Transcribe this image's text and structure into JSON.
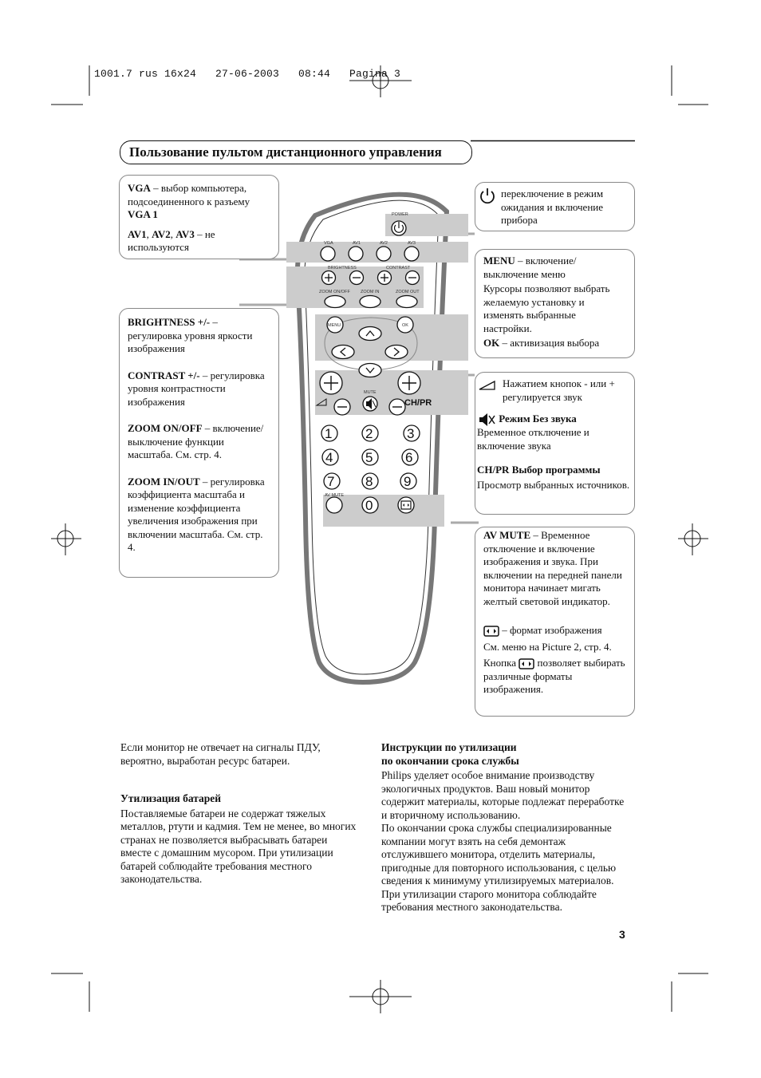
{
  "slug": "1001.7 rus 16x24   27-06-2003   08:44   Pagina 3",
  "title": "Пользование пультом дистанционного управления",
  "left": {
    "vga_line": [
      "VGA",
      " – выбор компьютера, подсоединенного к разъему ",
      "VGA 1"
    ],
    "av_line": [
      "AV1",
      ", ",
      "AV2",
      ", ",
      "AV3",
      " – не используются"
    ],
    "brightness_head": "BRIGHTNESS +/-",
    "brightness_tail": "  – регулировка уровня яркости изображения",
    "contrast_head": "CONTRAST +/-",
    "contrast_tail": " – регулировка уровня контрастности изображения",
    "zoom_onoff_head": "ZOOM ON/OFF",
    "zoom_onoff_tail": " – включение/выключение функции масштаба. См. стр. 4.",
    "zoom_inout_head": "ZOOM IN/OUT",
    "zoom_inout_tail": " – регулировка коэффициента масштаба и изменение коэффициента увеличения изображения при включении масштаба. См. стр. 4."
  },
  "right": {
    "power_text": "переключение в режим ожидания и включение прибора",
    "menu_head": "MENU",
    "menu_tail": " – включение/выключение меню",
    "cursors": "Курсоры позволяют выбрать желаемую установку и изменять выбранные настройки.",
    "ok_head": "OK",
    "ok_tail": " – активизация выбора",
    "volume_text": "Нажатием кнопок - или + регулируется звук",
    "mute_head": "Режим Без звука",
    "mute_text": " Временное отключение и включение звука",
    "chpr_head": "CH/PR Выбор программы",
    "chpr_text": "Просмотр выбранных источников.",
    "avmute_head": "AV MUTE",
    "avmute_tail": " – Временное отключение и включение изображения и звука. При включении на передней панели монитора начинает мигать желтый световой индикатор.",
    "format_tail": " – формат изображения",
    "format_see": "См. меню на Picture 2, стр. 4.",
    "format_btn_pre": "Кнопка ",
    "format_btn_post": " позволяет выбирать различные форматы изображения."
  },
  "remote": {
    "power": "POWER",
    "vga": "VGA",
    "av1": "AV1",
    "av2": "AV2",
    "av3": "AV3",
    "brightness": "BRIGHTNESS",
    "contrast": "CONTRAST",
    "zoom_onoff": "ZOOM ON/OFF",
    "zoom_in": "ZOOM IN",
    "zoom_out": "ZOOM OUT",
    "menu": "MENU",
    "ok": "OK",
    "mute": "MUTE",
    "chpr": "CH/PR",
    "av_mute": "AV MUTE",
    "digits": [
      "1",
      "2",
      "3",
      "4",
      "5",
      "6",
      "7",
      "8",
      "9",
      "0"
    ]
  },
  "bottom": {
    "battery_note": "Если монитор не отвечает на сигналы ПДУ, вероятно, выработан ресурс батареи.",
    "battery_head": "Утилизация батарей",
    "battery_text": "Поставляемые батареи не содержат тяжелых металлов, ртути и кадмия. Тем не менее, во многих странах не позволяется выбрасывать батареи вместе с домашним мусором. При утилизации батарей соблюдайте требования местного законодательства.",
    "eol_head_1": "Инструкции по утилизации",
    "eol_head_2": "по окончании срока службы",
    "eol_p1": "Philips уделяет особое внимание производству экологичных продуктов. Ваш новый монитор содержит материалы, которые подлежат переработке и вторичному использованию.",
    "eol_p2": "По окончании срока службы специализированные компании могут взять на себя демонтаж отслужившего монитора, отделить материалы, пригодные для повторного использования, с целью сведения к минимуму утилизируемых материалов.",
    "eol_p3": "При утилизации старого монитора соблюдайте требования местного законодательства."
  },
  "page_number": "3"
}
